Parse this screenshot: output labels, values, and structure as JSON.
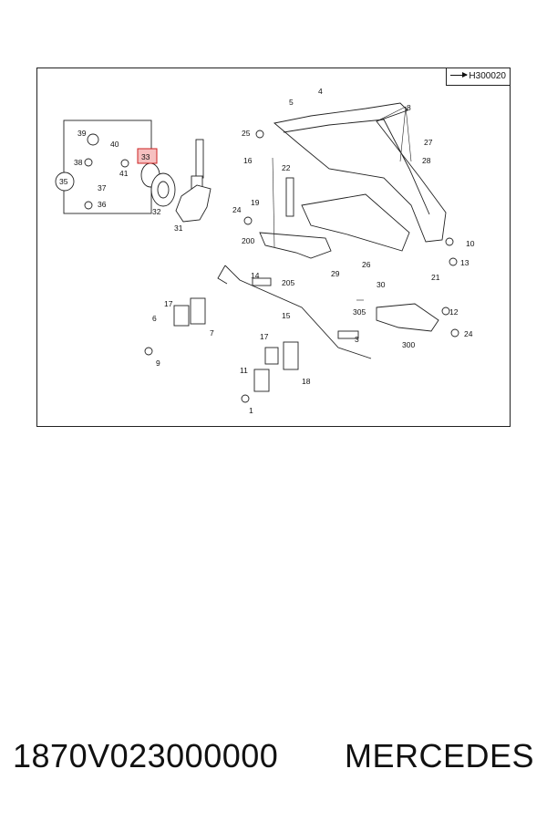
{
  "diagram": {
    "reference_code": "H300020",
    "highlighted_label": "33",
    "callouts": [
      "4",
      "5",
      "8",
      "27",
      "28",
      "25",
      "16",
      "22",
      "24",
      "19",
      "200",
      "39",
      "40",
      "38",
      "41",
      "35",
      "37",
      "36",
      "33",
      "32",
      "31",
      "10",
      "26",
      "29",
      "30",
      "13",
      "21",
      "12",
      "14",
      "205",
      "15",
      "17",
      "6",
      "7",
      "9",
      "305",
      "3",
      "300",
      "11",
      "18",
      "1",
      "24"
    ]
  },
  "footer": {
    "part_number": "1870V023000000",
    "brand": "MERCEDES"
  }
}
